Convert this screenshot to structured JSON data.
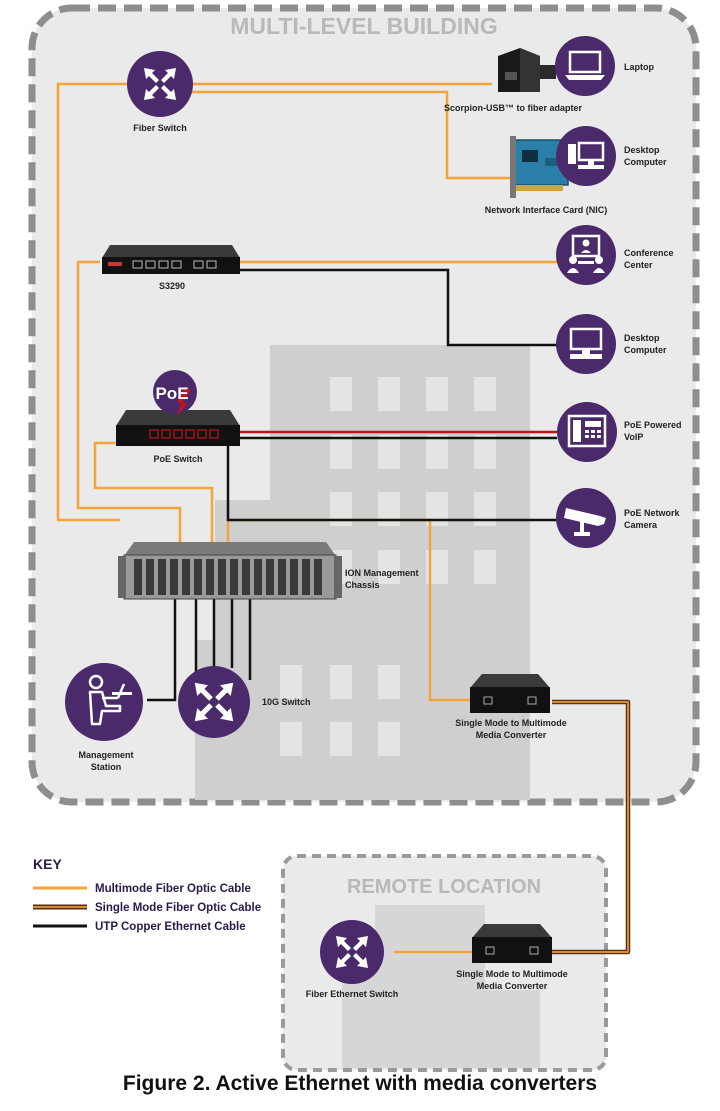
{
  "building": {
    "title": "MULTI-LEVEL BUILDING"
  },
  "remote": {
    "title": "REMOTE LOCATION"
  },
  "nodes": {
    "fiber_switch": "Fiber Switch",
    "scorpion_adapter": "Scorpion-USB™ to fiber adapter",
    "laptop": "Laptop",
    "desktop1": [
      "Desktop",
      "Computer"
    ],
    "nic": "Network Interface Card (NIC)",
    "s3290": "S3290",
    "conference": [
      "Conference",
      "Center"
    ],
    "desktop2": [
      "Desktop",
      "Computer"
    ],
    "poe_badge": "PoE",
    "poe_switch": "PoE Switch",
    "voip": [
      "PoE Powered",
      "VoIP"
    ],
    "camera": [
      "PoE Network",
      "Camera"
    ],
    "ion_chassis": [
      "ION Management",
      "Chassis"
    ],
    "mgmt_station": [
      "Management",
      "Station"
    ],
    "switch_10g": "10G Switch",
    "converter1": [
      "Single Mode to Multimode",
      "Media Converter"
    ],
    "fiber_eth_switch": "Fiber Ethernet Switch",
    "converter2": [
      "Single Mode to Multimode",
      "Media Converter"
    ]
  },
  "key": {
    "title": "KEY",
    "items": [
      {
        "label": "Multimode Fiber Optic Cable",
        "color": "#f5a43a"
      },
      {
        "label": "Single Mode Fiber Optic Cable",
        "color": "#c8731f"
      },
      {
        "label": "UTP Copper Ethernet Cable",
        "color": "#111111"
      }
    ]
  },
  "colors": {
    "purple": "#4a2a6b",
    "multimode": "#f5a43a",
    "singlemode": "#b5651d",
    "copper": "#111111",
    "poe_red": "#c0141c"
  },
  "caption": "Figure 2. Active Ethernet with media converters"
}
